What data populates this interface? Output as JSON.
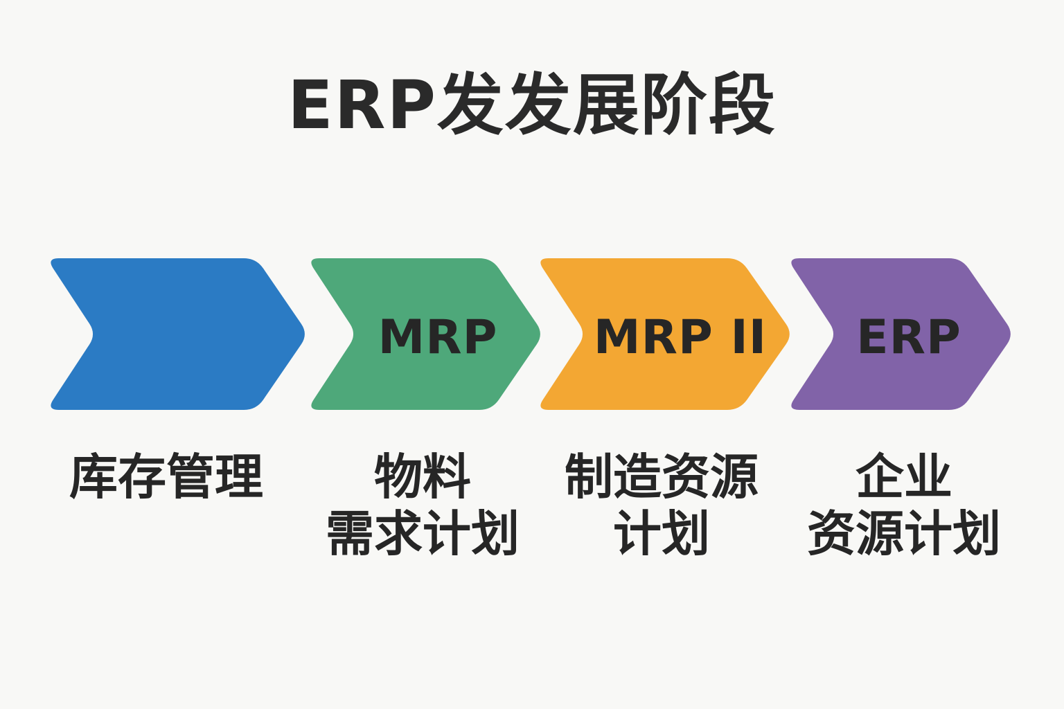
{
  "title": "ERP发发展阶段",
  "stages": [
    {
      "id": "inventory",
      "abbr": "",
      "desc_lines": [
        "库存管理"
      ],
      "color": "#2b7bc4"
    },
    {
      "id": "mrp",
      "abbr": "MRP",
      "desc_lines": [
        "物料",
        "需求计划"
      ],
      "color": "#4ea87a"
    },
    {
      "id": "mrp2",
      "abbr": "MRP II",
      "desc_lines": [
        "制造资源",
        "计划"
      ],
      "color": "#f3a733"
    },
    {
      "id": "erp",
      "abbr": "ERP",
      "desc_lines": [
        "企业",
        "资源计划"
      ],
      "color": "#8163a8"
    }
  ]
}
